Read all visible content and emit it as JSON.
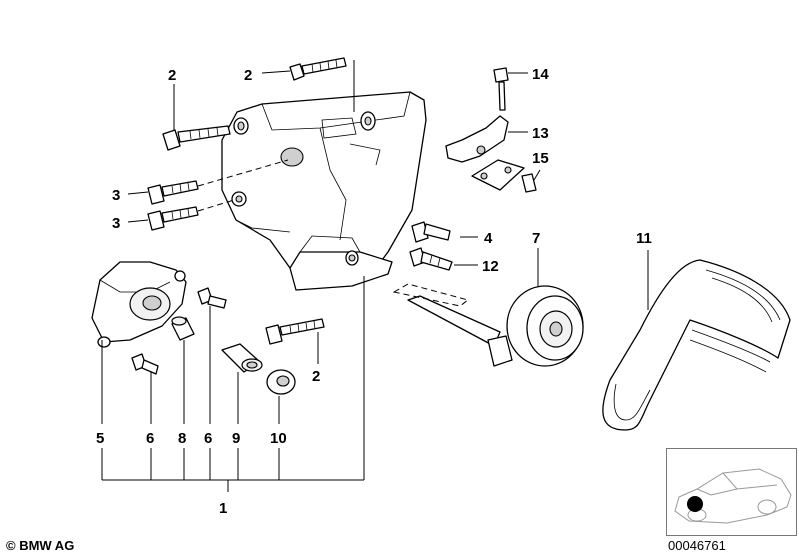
{
  "diagram": {
    "callouts": [
      "1",
      "2",
      "2",
      "2",
      "3",
      "3",
      "4",
      "5",
      "6",
      "6",
      "7",
      "8",
      "9",
      "10",
      "11",
      "12",
      "13",
      "14",
      "15"
    ],
    "copyright": "© BMW AG",
    "diagram_id": "00046761"
  },
  "colors": {
    "line": "#000000",
    "background": "#ffffff",
    "highlight_dot": "#000000"
  }
}
